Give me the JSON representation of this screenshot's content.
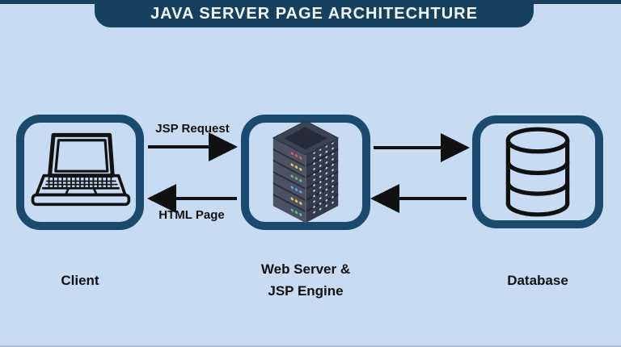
{
  "title": "JAVA SERVER PAGE ARCHITECHTURE",
  "nodes": [
    {
      "id": "client",
      "label": "Client",
      "icon": "laptop-icon"
    },
    {
      "id": "web-server",
      "label_line1": "Web Server &",
      "label_line2": "JSP Engine",
      "icon": "server-rack-icon"
    },
    {
      "id": "database",
      "label": "Database",
      "icon": "database-cylinder-icon"
    }
  ],
  "arrows": [
    {
      "id": "jsp-request",
      "from": "client",
      "to": "web-server",
      "direction": "right",
      "label": "JSP Request"
    },
    {
      "id": "html-page",
      "from": "web-server",
      "to": "client",
      "direction": "left",
      "label": "HTML Page"
    },
    {
      "id": "server-to-database",
      "from": "web-server",
      "to": "database",
      "direction": "right",
      "label": ""
    },
    {
      "id": "database-to-server",
      "from": "database",
      "to": "web-server",
      "direction": "left",
      "label": ""
    }
  ],
  "colors": {
    "background": "#c7dbf2",
    "banner": "#15405f",
    "box_border": "#1a4a6e",
    "arrow": "#111111",
    "text": "#111111",
    "title_text": "#f4f8fb",
    "server_led_red": "#e25b5b",
    "server_led_yellow": "#e9c94e",
    "server_led_green": "#54c282",
    "server_led_blue": "#59a8e8"
  }
}
